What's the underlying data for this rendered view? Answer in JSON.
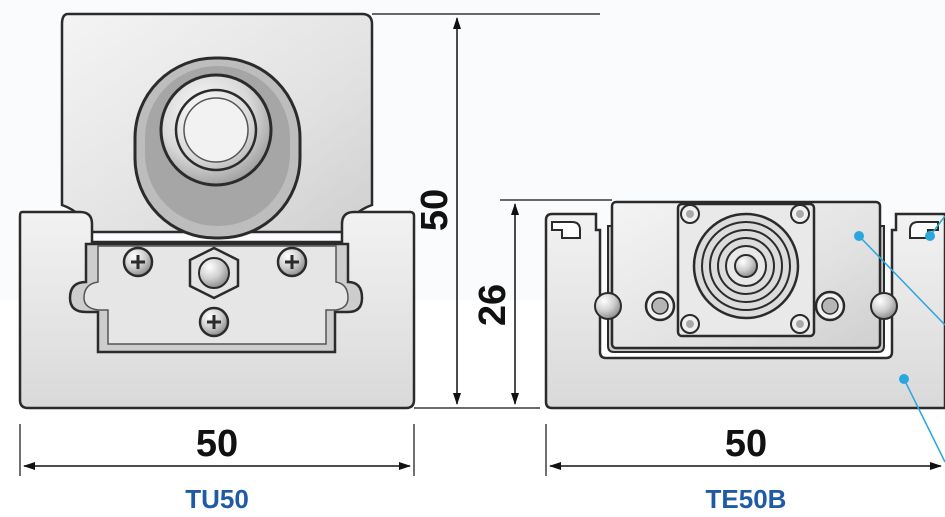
{
  "tu50": {
    "model_label": "TU50",
    "width_dim": "50",
    "height_dim": "50"
  },
  "te50b": {
    "model_label": "TE50B",
    "width_dim": "50",
    "height_dim": "26"
  },
  "colors": {
    "model_label": "#1f5aa6",
    "leader_line": "#2aa7dd",
    "rail_fill": "#ececec",
    "body_fill": "#e9e9e9",
    "outline": "#2b2b2b"
  },
  "icons": {
    "screw": "phillips-screw-icon",
    "nut": "hex-nut-icon",
    "bearing": "roller-bearing-icon",
    "callout": "callout-dot-icon"
  }
}
